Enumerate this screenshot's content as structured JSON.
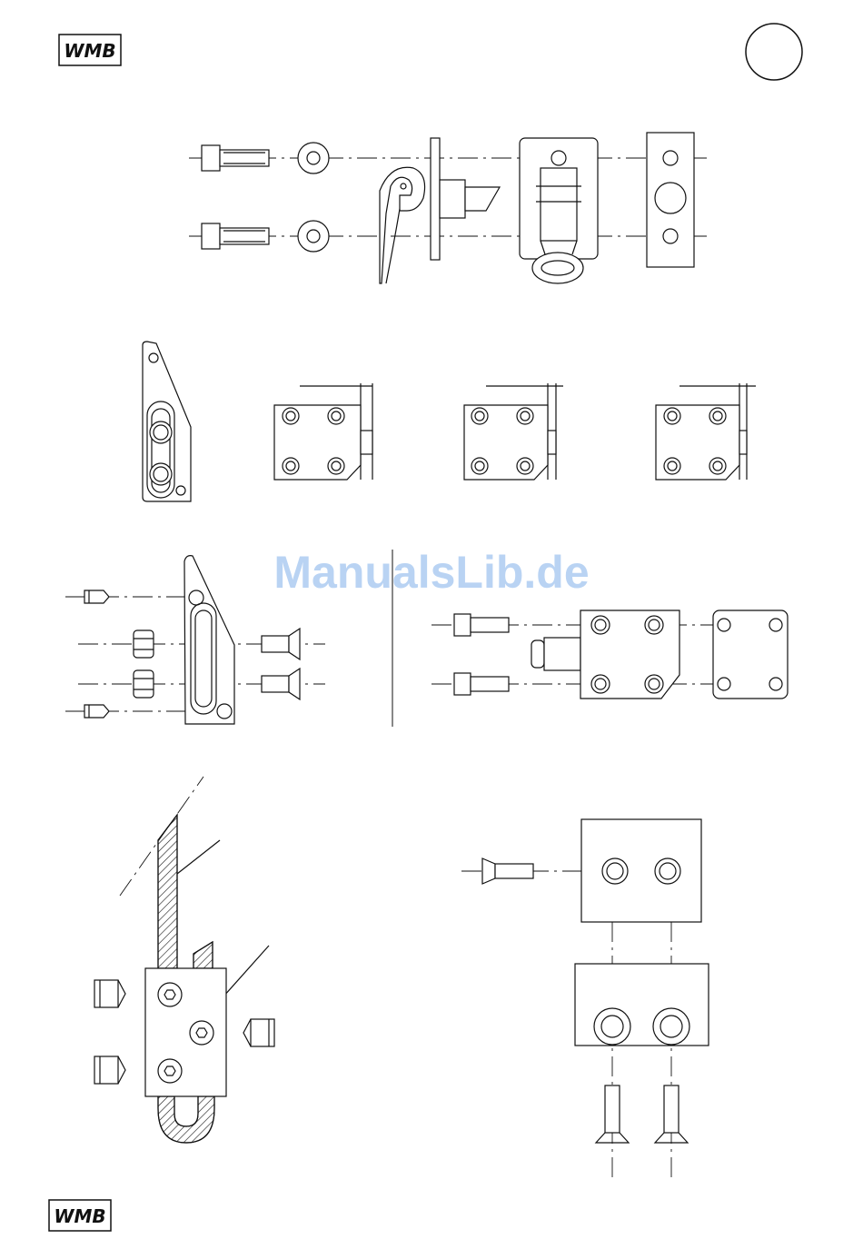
{
  "logo_top": {
    "text": "WMB"
  },
  "logo_bottom": {
    "text": "WMB"
  },
  "watermark": {
    "text": "ManualsLib.de"
  },
  "colors": {
    "line": "#111111",
    "watermark": "#b9d3f3",
    "background": "#ffffff"
  }
}
